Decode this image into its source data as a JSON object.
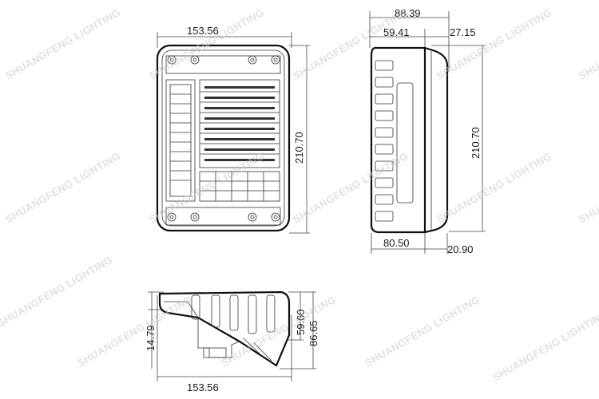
{
  "watermark": "SHUANGFENG LIGHTING",
  "front_view": {
    "width": "153.56",
    "height": "210.70"
  },
  "side_view": {
    "overall_depth": "88.39",
    "depth_part_a": "59.41",
    "depth_part_b": "27.15",
    "height": "210.70",
    "bottom_depth": "80.50",
    "bottom_offset": "20.90"
  },
  "top_view": {
    "width": "153.56",
    "left_height": "14.79",
    "height_a": "59.60",
    "height_b": "86.65"
  }
}
